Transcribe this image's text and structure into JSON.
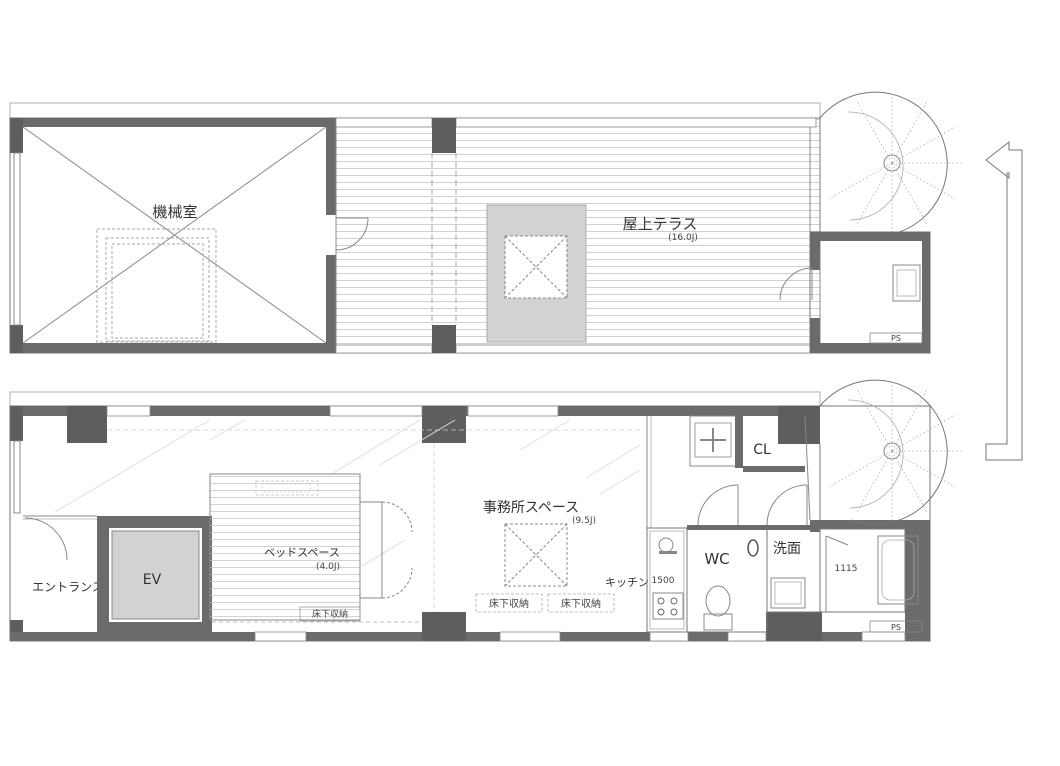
{
  "upper_floor": {
    "machine_room": "機械室",
    "roof_terrace": "屋上テラス",
    "roof_terrace_size": "(16.0J)",
    "ps": "PS"
  },
  "lower_floor": {
    "entrance": "エントランス",
    "elevator": "EV",
    "bed_space": "ベッドスペース",
    "bed_space_size": "(4.0J)",
    "underfloor_storage": "床下収納",
    "office_space": "事務所スペース",
    "office_space_size": "(9.5J)",
    "kitchen": "キッチン",
    "kitchen_width": "1500",
    "closet": "CL",
    "wc": "WC",
    "washroom": "洗面",
    "bath_size": "1115",
    "ps": "PS"
  },
  "colors": {
    "wall": "#6b6b6b",
    "column": "#5e5e5e",
    "fill": "#d2d2d2",
    "line": "#9a9a9a"
  }
}
